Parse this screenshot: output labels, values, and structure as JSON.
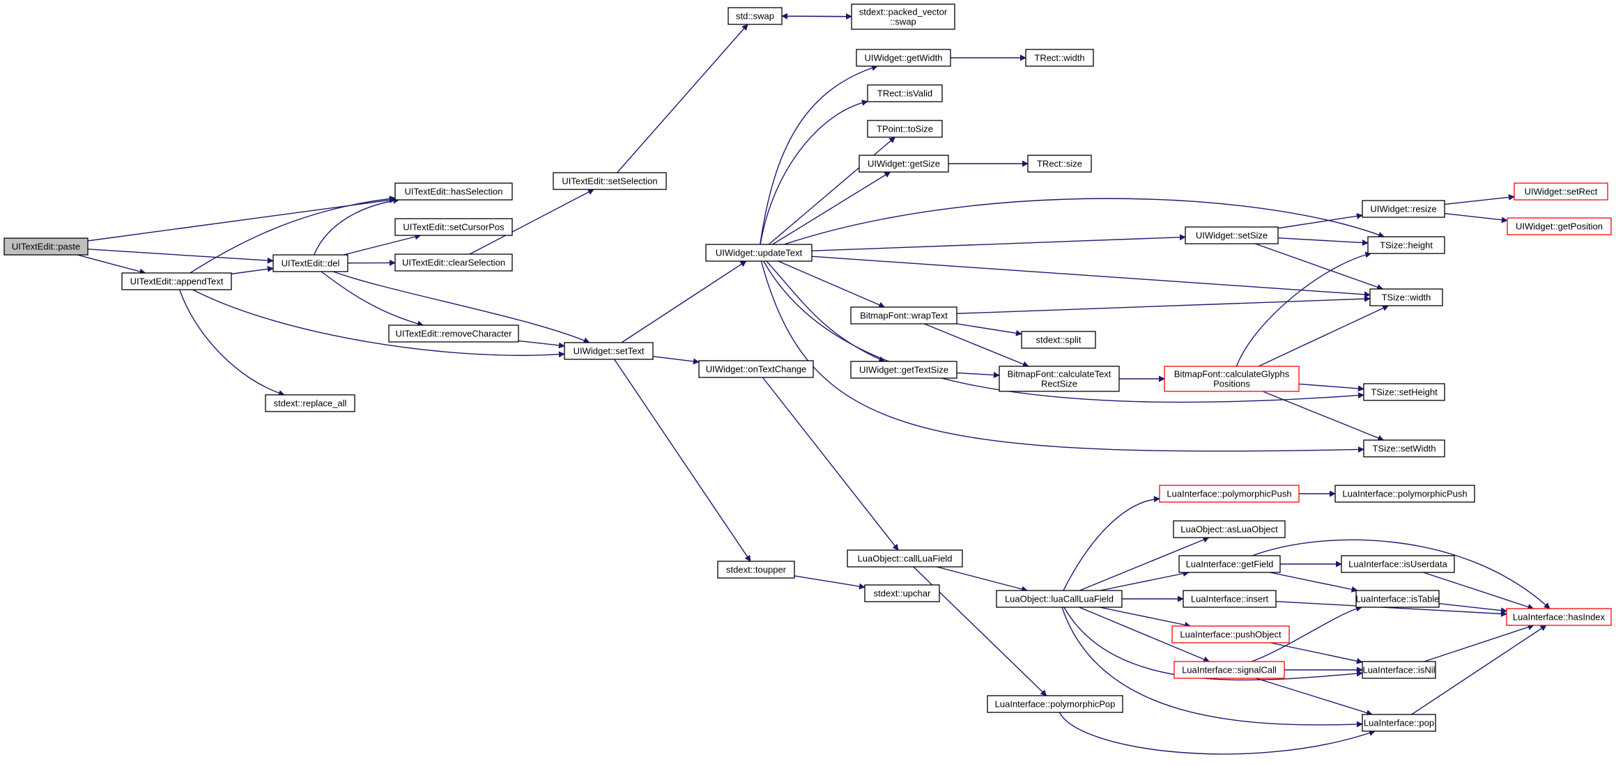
{
  "colors": {
    "edge": "#191970",
    "node_border": "#000000",
    "truncated_border": "#ff0000",
    "root_fill": "#bfbfbf",
    "node_fill": "#ffffff"
  },
  "nodes": {
    "paste": {
      "lines": [
        "UITextEdit::paste"
      ],
      "kind": "root"
    },
    "hasSelection": {
      "lines": [
        "UITextEdit::hasSelection"
      ],
      "kind": "normal"
    },
    "setCursorPos": {
      "lines": [
        "UITextEdit::setCursorPos"
      ],
      "kind": "normal"
    },
    "clearSelection": {
      "lines": [
        "UITextEdit::clearSelection"
      ],
      "kind": "normal"
    },
    "appendText": {
      "lines": [
        "UITextEdit::appendText"
      ],
      "kind": "normal"
    },
    "del": {
      "lines": [
        "UITextEdit::del"
      ],
      "kind": "normal"
    },
    "removeCharacter": {
      "lines": [
        "UITextEdit::removeCharacter"
      ],
      "kind": "normal"
    },
    "replace_all": {
      "lines": [
        "stdext::replace_all"
      ],
      "kind": "normal"
    },
    "setSelection": {
      "lines": [
        "UITextEdit::setSelection"
      ],
      "kind": "normal"
    },
    "setText": {
      "lines": [
        "UIWidget::setText"
      ],
      "kind": "normal"
    },
    "swap": {
      "lines": [
        "std::swap"
      ],
      "kind": "normal"
    },
    "pv_swap": {
      "lines": [
        "stdext::packed_vector",
        "::swap"
      ],
      "kind": "normal"
    },
    "updateText": {
      "lines": [
        "UIWidget::updateText"
      ],
      "kind": "normal"
    },
    "onTextChange": {
      "lines": [
        "UIWidget::onTextChange"
      ],
      "kind": "normal"
    },
    "toupper": {
      "lines": [
        "stdext::toupper"
      ],
      "kind": "normal"
    },
    "getWidth": {
      "lines": [
        "UIWidget::getWidth"
      ],
      "kind": "normal"
    },
    "isValid": {
      "lines": [
        "TRect::isValid"
      ],
      "kind": "normal"
    },
    "toSize": {
      "lines": [
        "TPoint::toSize"
      ],
      "kind": "normal"
    },
    "getSize": {
      "lines": [
        "UIWidget::getSize"
      ],
      "kind": "normal"
    },
    "wrapText": {
      "lines": [
        "BitmapFont::wrapText"
      ],
      "kind": "normal"
    },
    "getTextSize": {
      "lines": [
        "UIWidget::getTextSize"
      ],
      "kind": "normal"
    },
    "callLuaField": {
      "lines": [
        "LuaObject::callLuaField"
      ],
      "kind": "normal"
    },
    "upchar": {
      "lines": [
        "stdext::upchar"
      ],
      "kind": "normal"
    },
    "rect_width": {
      "lines": [
        "TRect::width"
      ],
      "kind": "normal"
    },
    "rect_size": {
      "lines": [
        "TRect::size"
      ],
      "kind": "normal"
    },
    "split": {
      "lines": [
        "stdext::split"
      ],
      "kind": "normal"
    },
    "calcTextRect": {
      "lines": [
        "BitmapFont::calculateText",
        "RectSize"
      ],
      "kind": "normal"
    },
    "luaCallLuaField": {
      "lines": [
        "LuaObject::luaCallLuaField"
      ],
      "kind": "normal"
    },
    "polyPop": {
      "lines": [
        "LuaInterface::polymorphicPop"
      ],
      "kind": "normal"
    },
    "setSize": {
      "lines": [
        "UIWidget::setSize"
      ],
      "kind": "normal"
    },
    "calcGlyphs": {
      "lines": [
        "BitmapFont::calculateGlyphs",
        "Positions"
      ],
      "kind": "truncated"
    },
    "polyPushRed": {
      "lines": [
        "LuaInterface::polymorphicPush"
      ],
      "kind": "truncated"
    },
    "asLuaObject": {
      "lines": [
        "LuaObject::asLuaObject"
      ],
      "kind": "normal"
    },
    "getField": {
      "lines": [
        "LuaInterface::getField"
      ],
      "kind": "normal"
    },
    "insert": {
      "lines": [
        "LuaInterface::insert"
      ],
      "kind": "normal"
    },
    "pushObject": {
      "lines": [
        "LuaInterface::pushObject"
      ],
      "kind": "truncated"
    },
    "signalCall": {
      "lines": [
        "LuaInterface::signalCall"
      ],
      "kind": "truncated"
    },
    "resize": {
      "lines": [
        "UIWidget::resize"
      ],
      "kind": "normal"
    },
    "height": {
      "lines": [
        "TSize::height"
      ],
      "kind": "normal"
    },
    "tsize_width": {
      "lines": [
        "TSize::width"
      ],
      "kind": "normal"
    },
    "setHeight": {
      "lines": [
        "TSize::setHeight"
      ],
      "kind": "normal"
    },
    "setWidth": {
      "lines": [
        "TSize::setWidth"
      ],
      "kind": "normal"
    },
    "polyPush": {
      "lines": [
        "LuaInterface::polymorphicPush"
      ],
      "kind": "normal"
    },
    "isUserdata": {
      "lines": [
        "LuaInterface::isUserdata"
      ],
      "kind": "normal"
    },
    "isTable": {
      "lines": [
        "LuaInterface::isTable"
      ],
      "kind": "normal"
    },
    "isNil": {
      "lines": [
        "LuaInterface::isNil"
      ],
      "kind": "normal"
    },
    "pop": {
      "lines": [
        "LuaInterface::pop"
      ],
      "kind": "normal"
    },
    "setRect": {
      "lines": [
        "UIWidget::setRect"
      ],
      "kind": "truncated"
    },
    "getPosition": {
      "lines": [
        "UIWidget::getPosition"
      ],
      "kind": "truncated"
    },
    "hasIndex": {
      "lines": [
        "LuaInterface::hasIndex"
      ],
      "kind": "truncated"
    }
  },
  "edges": [
    [
      "paste",
      "hasSelection"
    ],
    [
      "paste",
      "del"
    ],
    [
      "paste",
      "appendText"
    ],
    [
      "appendText",
      "hasSelection"
    ],
    [
      "appendText",
      "del"
    ],
    [
      "appendText",
      "setText"
    ],
    [
      "appendText",
      "replace_all"
    ],
    [
      "del",
      "hasSelection"
    ],
    [
      "del",
      "setCursorPos"
    ],
    [
      "del",
      "clearSelection"
    ],
    [
      "del",
      "removeCharacter"
    ],
    [
      "del",
      "setText"
    ],
    [
      "clearSelection",
      "setSelection"
    ],
    [
      "setSelection",
      "swap"
    ],
    [
      "swap",
      "pv_swap"
    ],
    [
      "pv_swap",
      "swap"
    ],
    [
      "removeCharacter",
      "setText"
    ],
    [
      "setText",
      "updateText"
    ],
    [
      "setText",
      "onTextChange"
    ],
    [
      "setText",
      "toupper"
    ],
    [
      "updateText",
      "getWidth"
    ],
    [
      "updateText",
      "isValid"
    ],
    [
      "updateText",
      "toSize"
    ],
    [
      "updateText",
      "getSize"
    ],
    [
      "updateText",
      "height"
    ],
    [
      "updateText",
      "setSize"
    ],
    [
      "updateText",
      "tsize_width"
    ],
    [
      "updateText",
      "wrapText"
    ],
    [
      "updateText",
      "getTextSize"
    ],
    [
      "updateText",
      "setHeight"
    ],
    [
      "updateText",
      "setWidth"
    ],
    [
      "getWidth",
      "rect_width"
    ],
    [
      "getSize",
      "rect_size"
    ],
    [
      "wrapText",
      "tsize_width"
    ],
    [
      "wrapText",
      "split"
    ],
    [
      "wrapText",
      "calcTextRect"
    ],
    [
      "getTextSize",
      "calcTextRect"
    ],
    [
      "calcTextRect",
      "calcGlyphs"
    ],
    [
      "calcGlyphs",
      "height"
    ],
    [
      "calcGlyphs",
      "tsize_width"
    ],
    [
      "calcGlyphs",
      "setHeight"
    ],
    [
      "calcGlyphs",
      "setWidth"
    ],
    [
      "setSize",
      "resize"
    ],
    [
      "setSize",
      "height"
    ],
    [
      "setSize",
      "tsize_width"
    ],
    [
      "resize",
      "setRect"
    ],
    [
      "resize",
      "getPosition"
    ],
    [
      "onTextChange",
      "callLuaField"
    ],
    [
      "toupper",
      "upchar"
    ],
    [
      "callLuaField",
      "luaCallLuaField"
    ],
    [
      "callLuaField",
      "polyPop"
    ],
    [
      "luaCallLuaField",
      "polyPushRed"
    ],
    [
      "luaCallLuaField",
      "asLuaObject"
    ],
    [
      "luaCallLuaField",
      "getField"
    ],
    [
      "luaCallLuaField",
      "insert"
    ],
    [
      "luaCallLuaField",
      "pushObject"
    ],
    [
      "luaCallLuaField",
      "signalCall"
    ],
    [
      "luaCallLuaField",
      "isNil"
    ],
    [
      "luaCallLuaField",
      "pop"
    ],
    [
      "polyPushRed",
      "polyPush"
    ],
    [
      "getField",
      "isUserdata"
    ],
    [
      "getField",
      "isTable"
    ],
    [
      "getField",
      "hasIndex"
    ],
    [
      "isUserdata",
      "hasIndex"
    ],
    [
      "isTable",
      "hasIndex"
    ],
    [
      "insert",
      "hasIndex"
    ],
    [
      "pushObject",
      "isNil"
    ],
    [
      "signalCall",
      "isTable"
    ],
    [
      "signalCall",
      "isNil"
    ],
    [
      "signalCall",
      "pop"
    ],
    [
      "isNil",
      "hasIndex"
    ],
    [
      "pop",
      "hasIndex"
    ],
    [
      "polyPop",
      "pop"
    ]
  ]
}
